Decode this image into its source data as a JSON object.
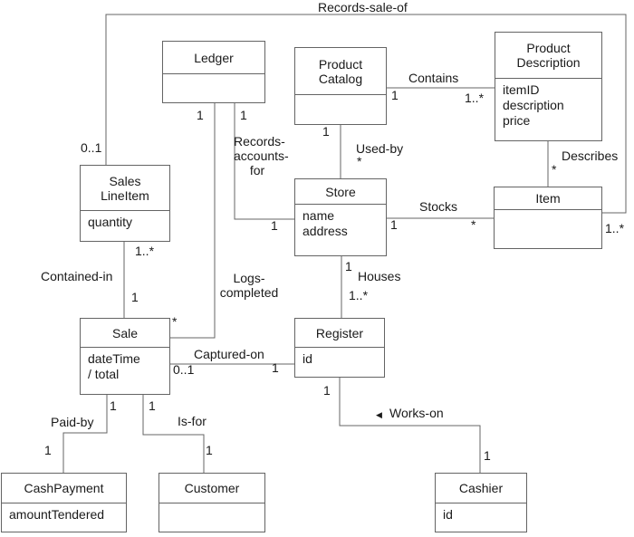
{
  "classes": {
    "ledger": {
      "name": "Ledger",
      "attributes": []
    },
    "product_catalog": {
      "name": "Product\nCatalog",
      "attributes": []
    },
    "product_description": {
      "name": "Product\nDescription",
      "attributes": [
        "itemID",
        "description",
        "price"
      ]
    },
    "sales_line_item": {
      "name": "Sales\nLineItem",
      "attributes": [
        "quantity"
      ]
    },
    "store": {
      "name": "Store",
      "attributes": [
        "name",
        "address"
      ]
    },
    "item": {
      "name": "Item",
      "attributes": []
    },
    "sale": {
      "name": "Sale",
      "attributes": [
        "dateTime",
        "/ total"
      ]
    },
    "register": {
      "name": "Register",
      "attributes": [
        "id"
      ]
    },
    "cash_payment": {
      "name": "CashPayment",
      "attributes": [
        "amountTendered"
      ]
    },
    "customer": {
      "name": "Customer",
      "attributes": []
    },
    "cashier": {
      "name": "Cashier",
      "attributes": [
        "id"
      ]
    }
  },
  "associations": {
    "records_sale_of": "Records-sale-of",
    "contains": "Contains",
    "used_by": "Used-by",
    "describes": "Describes",
    "records_accounts_for": "Records-\naccounts-\nfor",
    "stocks": "Stocks",
    "logs_completed": "Logs-\ncompleted",
    "contained_in": "Contained-in",
    "houses": "Houses",
    "captured_on": "Captured-on",
    "paid_by": "Paid-by",
    "is_for": "Is-for",
    "works_on": "Works-on",
    "works_on_direction_arrow": "◀"
  },
  "multiplicities": {
    "records_sale_of_near_line_item": "0..1",
    "records_sale_of_near_item": "1..*",
    "contains_near_catalog": "1",
    "contains_near_description": "1..*",
    "used_by_near_catalog": "1",
    "used_by_near_store": "*",
    "describes_near_item": "*",
    "logs_completed_near_ledger": "1",
    "records_accounts_for_near_ledger": "1",
    "records_accounts_for_near_store": "1",
    "stocks_near_store": "1",
    "stocks_near_item": "*",
    "contained_in_near_line_item": "1..*",
    "contained_in_near_sale": "1",
    "houses_near_store": "1",
    "houses_near_register": "1..*",
    "logs_completed_near_sale": "*",
    "captured_on_near_sale": "0..1",
    "captured_on_near_register": "1",
    "paid_by_near_sale": "1",
    "paid_by_near_cash_payment": "1",
    "is_for_near_sale": "1",
    "is_for_near_customer": "1",
    "works_on_near_register": "1",
    "works_on_near_cashier": "1"
  }
}
